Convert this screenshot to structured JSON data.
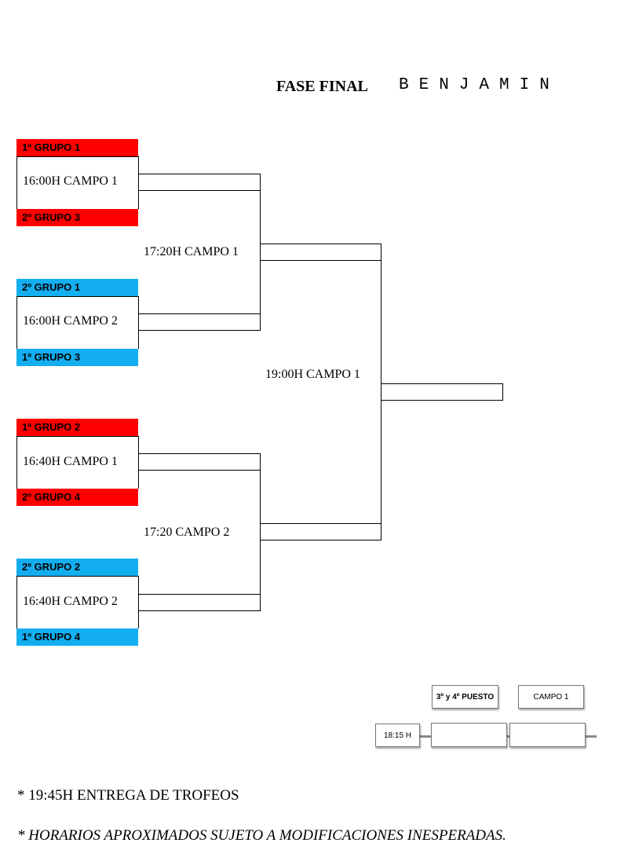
{
  "header": {
    "title": "FASE FINAL",
    "category": "BENJAMIN"
  },
  "teams": [
    {
      "label": "1º GRUPO 1",
      "color": "#ff0000"
    },
    {
      "label": "2º GRUPO 3",
      "color": "#ff0000"
    },
    {
      "label": "2º GRUPO 1",
      "color": "#12aef0"
    },
    {
      "label": "1º GRUPO 3",
      "color": "#12aef0"
    },
    {
      "label": "1º GRUPO 2",
      "color": "#ff0000"
    },
    {
      "label": "2º GRUPO 4",
      "color": "#ff0000"
    },
    {
      "label": "2º GRUPO 2",
      "color": "#12aef0"
    },
    {
      "label": "1º GRUPO 4",
      "color": "#12aef0"
    }
  ],
  "first_round": [
    "16:00H CAMPO 1",
    "16:00H CAMPO 2",
    "16:40H CAMPO 1",
    "16:40H CAMPO 2"
  ],
  "semifinals": [
    "17:20H CAMPO 1",
    "17:20 CAMPO 2"
  ],
  "final": "19:00H CAMPO 1",
  "third_place": {
    "title": "3º y 4º PUESTO",
    "field": "CAMPO 1",
    "time": "18:15 H"
  },
  "notes": [
    "* 19:45H ENTREGA DE TROFEOS",
    "* HORARIOS APROXIMADOS SUJETO A MODIFICACIONES INESPERADAS."
  ]
}
